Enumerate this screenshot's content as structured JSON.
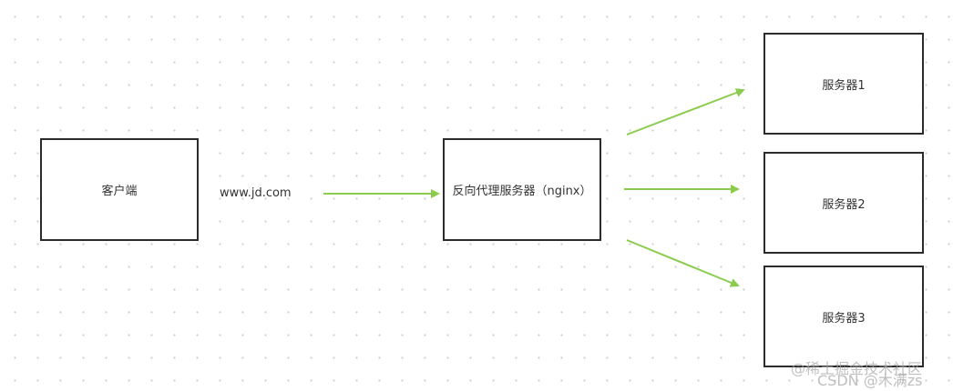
{
  "diagram": {
    "nodes": {
      "client": "客户端",
      "proxy": "反向代理服务器（nginx）",
      "server1": "服务器1",
      "server2": "服务器2",
      "server3": "服务器3"
    },
    "edge_label": "www.jd.com",
    "arrow_color": "#8BCB4E"
  },
  "watermarks": {
    "juejin": "@稀土掘金技术社区",
    "csdn": "CSDN @木满zs"
  }
}
